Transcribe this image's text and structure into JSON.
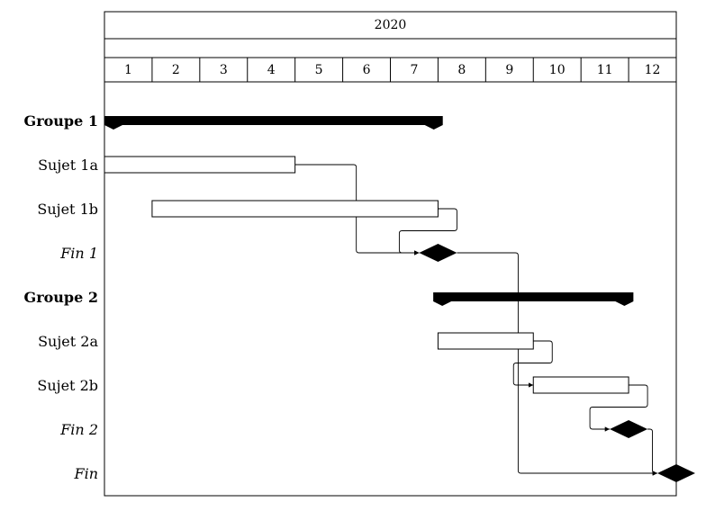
{
  "title": "2020",
  "months": [
    "1",
    "2",
    "3",
    "4",
    "5",
    "6",
    "7",
    "8",
    "9",
    "10",
    "11",
    "12"
  ],
  "rows": [
    {
      "label": "Groupe 1",
      "style": "group"
    },
    {
      "label": "Sujet 1a",
      "style": "task"
    },
    {
      "label": "Sujet 1b",
      "style": "task"
    },
    {
      "label": "Fin 1",
      "style": "milestone"
    },
    {
      "label": "Groupe 2",
      "style": "group"
    },
    {
      "label": "Sujet 2a",
      "style": "task"
    },
    {
      "label": "Sujet 2b",
      "style": "task"
    },
    {
      "label": "Fin 2",
      "style": "milestone"
    },
    {
      "label": "Fin",
      "style": "milestone"
    }
  ],
  "bars": [
    {
      "row": 0,
      "type": "group",
      "start": 0,
      "end": 7.1
    },
    {
      "row": 1,
      "type": "task",
      "start": 0,
      "end": 4
    },
    {
      "row": 2,
      "type": "task",
      "start": 1,
      "end": 7
    },
    {
      "row": 3,
      "type": "milestone",
      "at": 7
    },
    {
      "row": 4,
      "type": "group",
      "start": 6.9,
      "end": 11.1
    },
    {
      "row": 5,
      "type": "task",
      "start": 7,
      "end": 9
    },
    {
      "row": 6,
      "type": "task",
      "start": 9,
      "end": 11
    },
    {
      "row": 7,
      "type": "milestone",
      "at": 11
    },
    {
      "row": 8,
      "type": "milestone",
      "at": 12
    }
  ],
  "links": [
    {
      "from": 1,
      "to": 3
    },
    {
      "from": 2,
      "to": 3
    },
    {
      "from": 5,
      "to": 6
    },
    {
      "from": 6,
      "to": 7
    },
    {
      "from": 3,
      "to": 8
    },
    {
      "from": 7,
      "to": 8
    }
  ]
}
